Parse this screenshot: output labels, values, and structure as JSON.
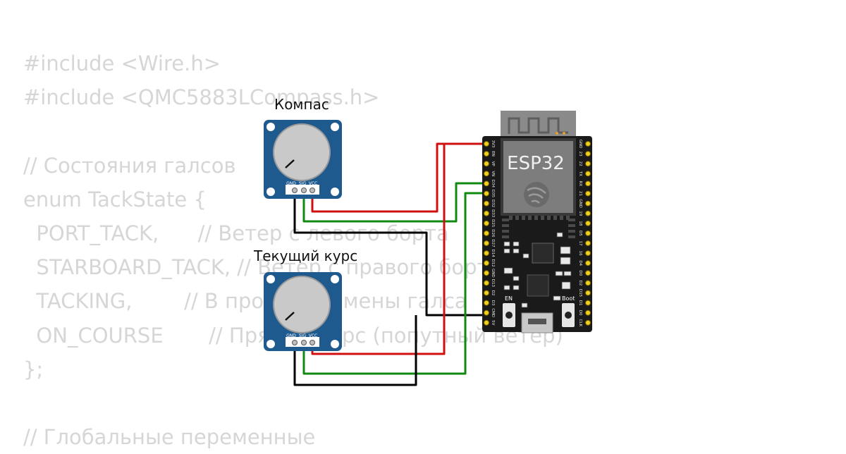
{
  "code_lines": [
    "#include <Wire.h>",
    "#include <QMC5883LCompass.h>",
    "",
    "// Состояния галсов",
    "enum TackState {",
    "  PORT_TACK,      // Ветер с левого борта",
    "  STARBOARD_TACK, // Ветер с правого борта",
    "  TACKING,        // В процессе смены галса",
    "  ON_COURSE       // Прямой курс (попутный ветер)",
    "};",
    "",
    "// Глобальные переменные"
  ],
  "components": {
    "pot1": {
      "title": "Компас",
      "pins": [
        "GND",
        "SIG",
        "VCC"
      ]
    },
    "pot2": {
      "title": "Текущий курс",
      "pins": [
        "GND",
        "SIG",
        "VCC"
      ]
    },
    "board": {
      "label": "ESP32",
      "left_pins": [
        "5V",
        "CMD",
        "D3",
        "D2",
        "D13",
        "GND",
        "D12",
        "D14",
        "D27",
        "D26",
        "D25",
        "D33",
        "D32",
        "D35",
        "D34",
        "VN",
        "VP",
        "EN",
        "3V3"
      ],
      "right_pins": [
        "CLK",
        "D0",
        "D1",
        "D15",
        "D2",
        "D0",
        "D4",
        "16",
        "17",
        "D5",
        "18",
        "19",
        "GND",
        "21",
        "RX",
        "TX",
        "22",
        "23",
        "GND"
      ],
      "button_left": "EN",
      "button_right": "Boot"
    }
  },
  "colors": {
    "power_wire": "#d01010",
    "signal_wire": "#108a10",
    "ground_wire": "#000000",
    "module_pcb": "#1e5a8e",
    "board_pcb": "#1a1a1a"
  }
}
